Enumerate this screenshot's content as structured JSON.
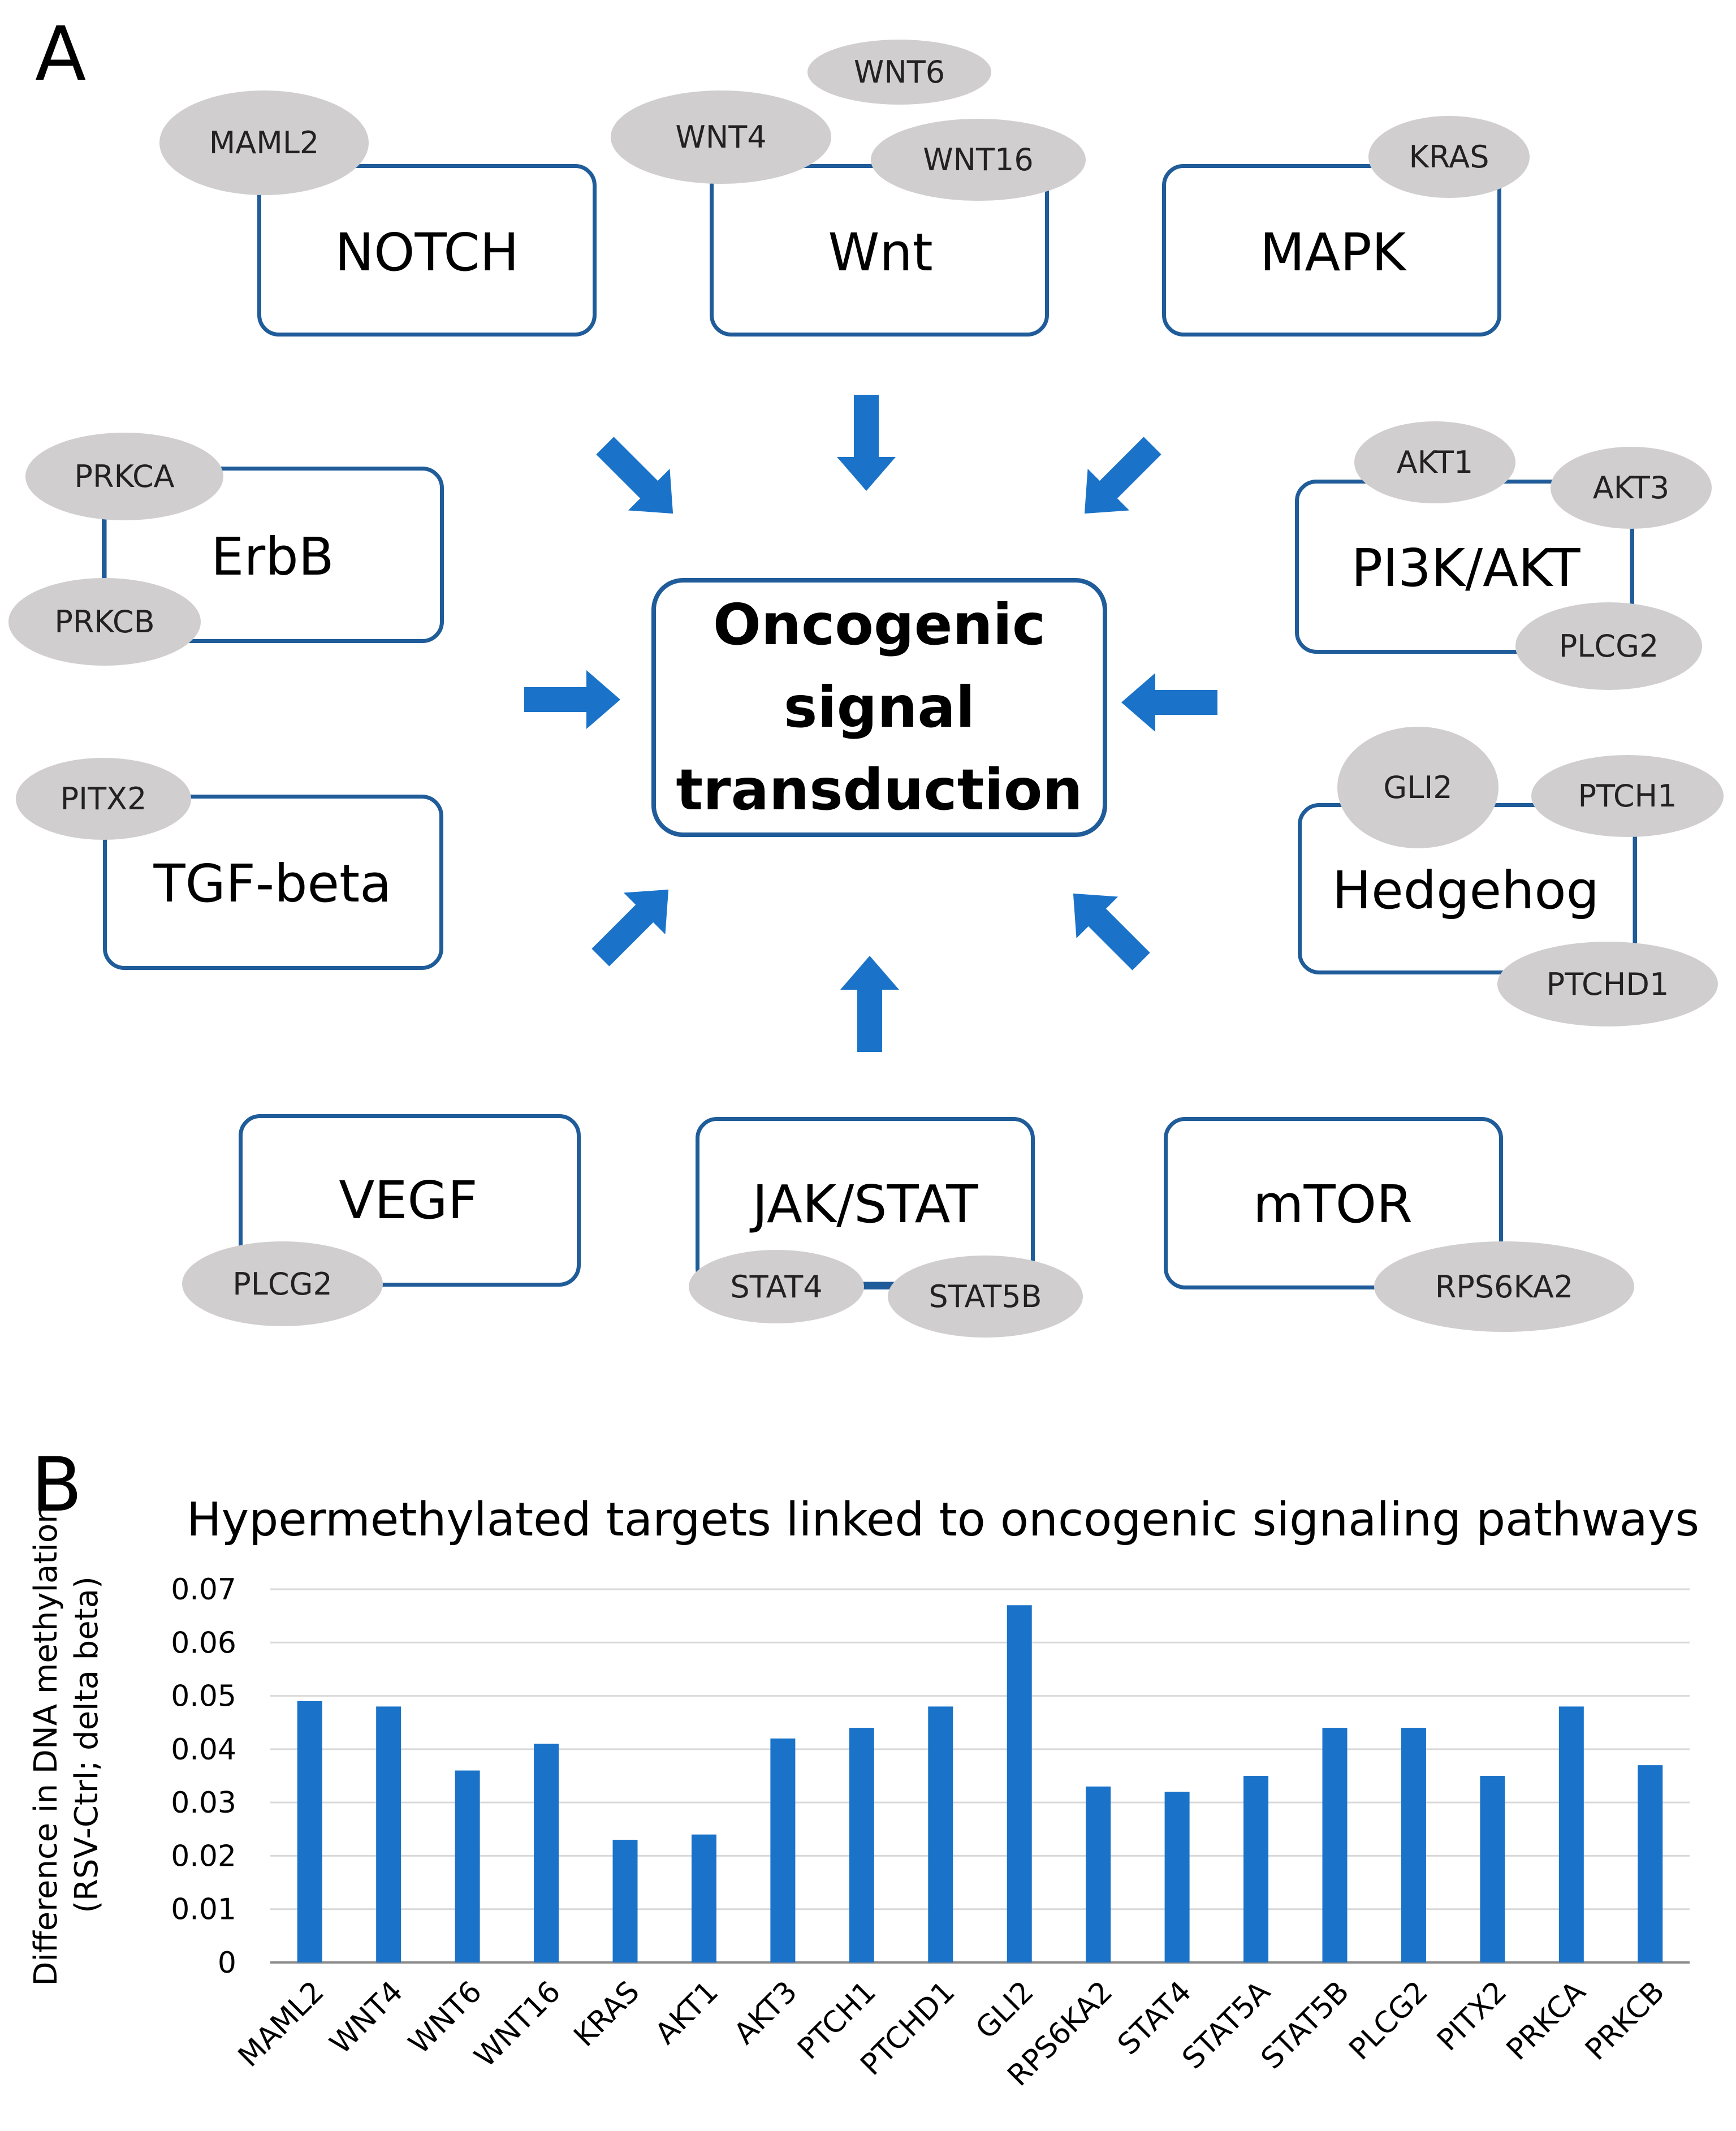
{
  "panel_a": {
    "label": "A",
    "center": {
      "line1": "Oncogenic",
      "line2": "signal",
      "line3": "transduction"
    },
    "pathways": {
      "notch": "NOTCH",
      "wnt": "Wnt",
      "mapk": "MAPK",
      "erbb": "ErbB",
      "pi3k": "PI3K/AKT",
      "tgf": "TGF-beta",
      "hedgehog": "Hedgehog",
      "vegf": "VEGF",
      "jakstat": "JAK/STAT",
      "mtor": "mTOR"
    },
    "genes": {
      "maml2": "MAML2",
      "wnt6": "WNT6",
      "wnt4": "WNT4",
      "wnt16": "WNT16",
      "kras": "KRAS",
      "prkca": "PRKCA",
      "prkcb": "PRKCB",
      "akt1": "AKT1",
      "akt3": "AKT3",
      "plcg2_pi3k": "PLCG2",
      "pitx2": "PITX2",
      "gli2": "GLI2",
      "ptch1": "PTCH1",
      "ptchd1": "PTCHD1",
      "plcg2_vegf": "PLCG2",
      "stat4": "STAT4",
      "stat5b": "STAT5B",
      "rps6ka2": "RPS6KA2"
    },
    "colors": {
      "box_border": "#1f5c99",
      "arrow": "#1a73c9",
      "gene_fill": "#d0cece"
    }
  },
  "panel_b": {
    "label": "B"
  },
  "chart_data": {
    "type": "bar",
    "title": "Hypermethylated targets linked to oncogenic signaling pathways",
    "ylabel_line1": "Difference in DNA methylation",
    "ylabel_line2": "(RSV-Ctrl; delta beta)",
    "xlabel": "",
    "ylim": [
      0,
      0.07
    ],
    "yticks": [
      "0",
      "0.01",
      "0.02",
      "0.03",
      "0.04",
      "0.05",
      "0.06",
      "0.07"
    ],
    "grid": true,
    "legend": false,
    "categories": [
      "MAML2",
      "WNT4",
      "WNT6",
      "WNT16",
      "KRAS",
      "AKT1",
      "AKT3",
      "PTCH1",
      "PTCHD1",
      "GLI2",
      "RPS6KA2",
      "STAT4",
      "STAT5A",
      "STAT5B",
      "PLCG2",
      "PITX2",
      "PRKCA",
      "PRKCB"
    ],
    "values": [
      0.049,
      0.048,
      0.036,
      0.041,
      0.023,
      0.024,
      0.042,
      0.044,
      0.048,
      0.067,
      0.033,
      0.032,
      0.035,
      0.044,
      0.044,
      0.035,
      0.048,
      0.037
    ],
    "bar_color": "#1a73c9"
  }
}
